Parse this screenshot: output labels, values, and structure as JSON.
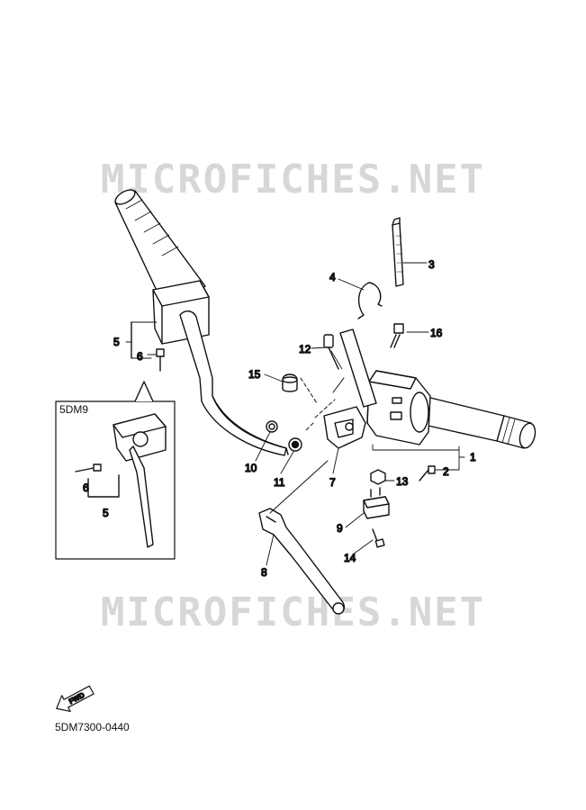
{
  "watermark": "MICROFICHES.NET",
  "drawing_code": "5DM7300-0440",
  "inset": {
    "label": "5DM9"
  },
  "fwd_label": "FWD",
  "callouts": [
    "1",
    "2",
    "3",
    "4",
    "5",
    "6",
    "7",
    "8",
    "9",
    "10",
    "11",
    "12",
    "13",
    "14",
    "15",
    "16"
  ],
  "inset_callouts": [
    "6",
    "5"
  ]
}
